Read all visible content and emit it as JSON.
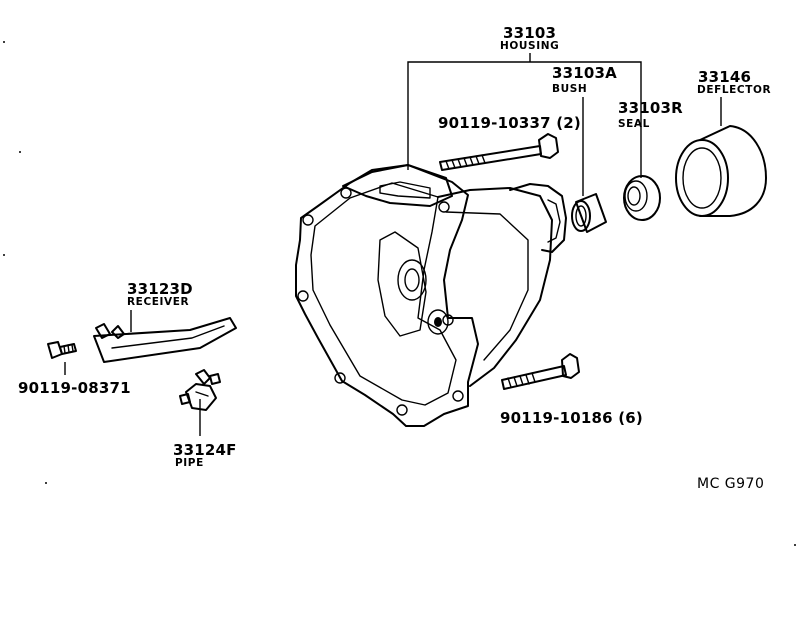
{
  "labels": {
    "housing": {
      "number": "33103",
      "name": "HOUSING"
    },
    "bush": {
      "number": "33103A",
      "name": "BUSH"
    },
    "seal": {
      "number": "33103R",
      "name": "SEAL"
    },
    "deflector": {
      "number": "33146",
      "name": "DEFLECTOR"
    },
    "bolt_upper": {
      "number": "90119-10337 (2)"
    },
    "bolt_lower": {
      "number": "90119-10186 (6)"
    },
    "receiver": {
      "number": "33123D",
      "name": "RECEIVER"
    },
    "receiver_bolt": {
      "number": "90119-08371"
    },
    "pipe": {
      "number": "33124F",
      "name": "PIPE"
    }
  },
  "diagram_code": "MC  G970"
}
